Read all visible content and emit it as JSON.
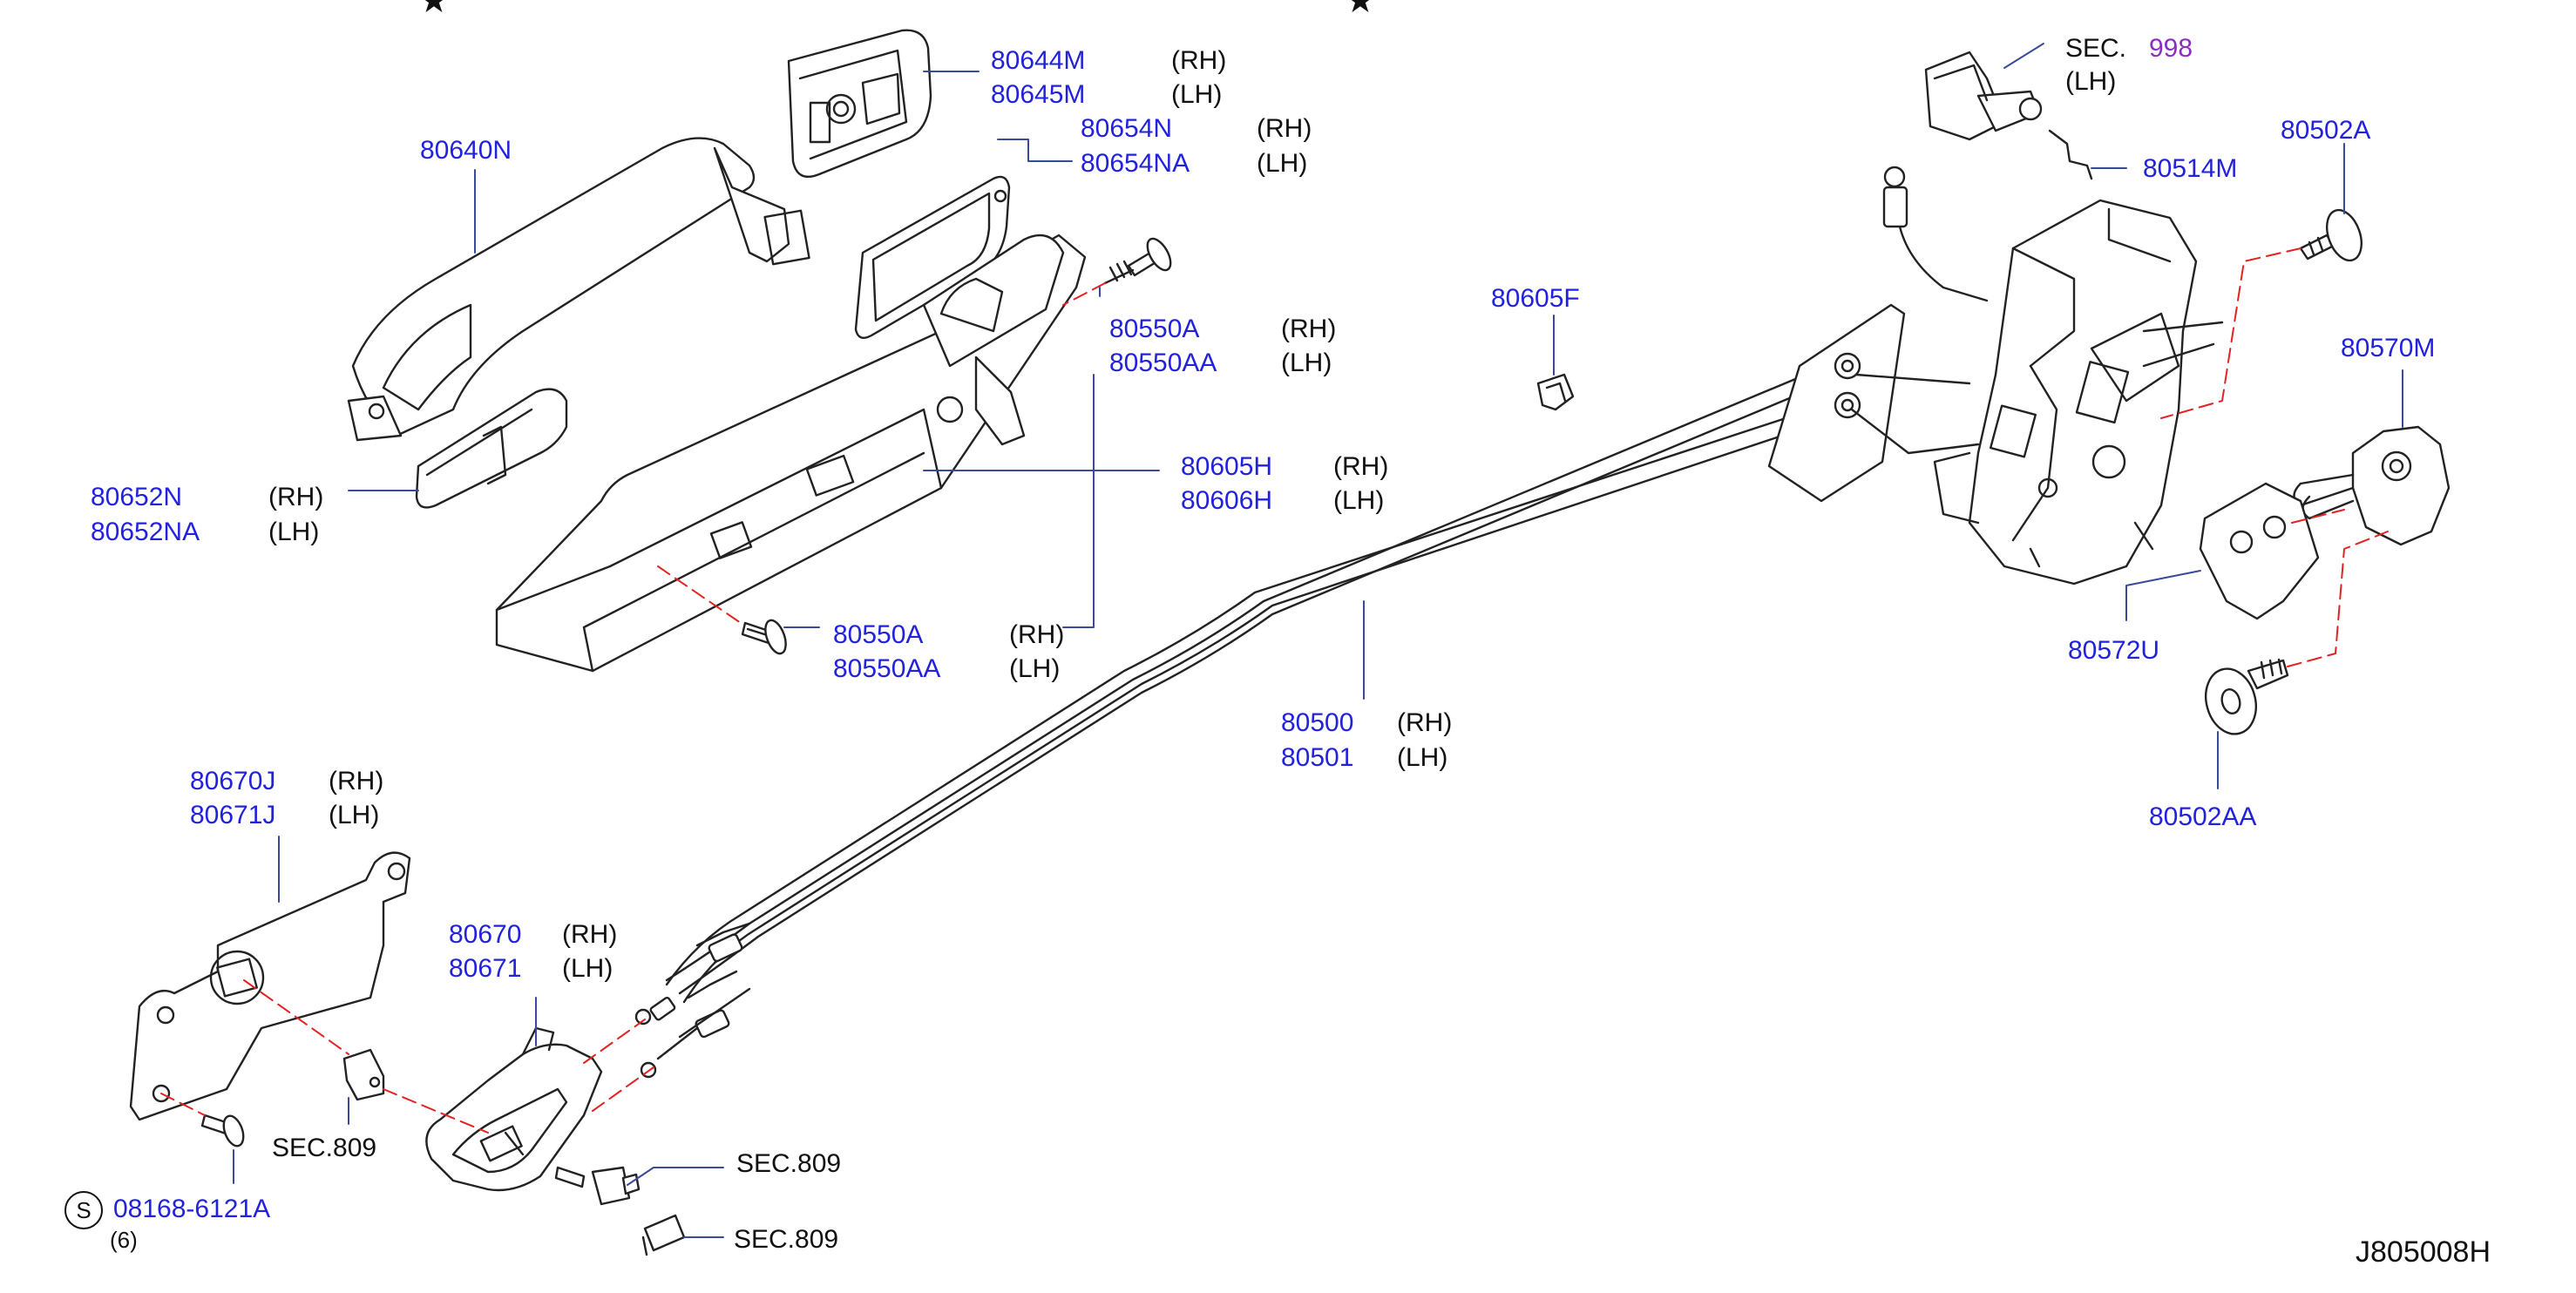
{
  "diagram": {
    "drawing_code": "J805008H",
    "star_marks": [
      "★",
      "★"
    ],
    "s_symbol": "S",
    "labels": [
      {
        "id": "l80644M",
        "part": "80644M",
        "side": "(RH)"
      },
      {
        "id": "l80645M",
        "part": "80645M",
        "side": "(LH)"
      },
      {
        "id": "l80654N",
        "part": "80654N",
        "side": "(RH)"
      },
      {
        "id": "l80654NA",
        "part": "80654NA",
        "side": "(LH)"
      },
      {
        "id": "l80640N",
        "part": "80640N",
        "side": ""
      },
      {
        "id": "l80550A_1",
        "part": "80550A",
        "side": "(RH)"
      },
      {
        "id": "l80550AA_1",
        "part": "80550AA",
        "side": "(LH)"
      },
      {
        "id": "l80605H",
        "part": "80605H",
        "side": "(RH)"
      },
      {
        "id": "l80606H",
        "part": "80606H",
        "side": "(LH)"
      },
      {
        "id": "l80652N",
        "part": "80652N",
        "side": "(RH)"
      },
      {
        "id": "l80652NA",
        "part": "80652NA",
        "side": "(LH)"
      },
      {
        "id": "l80550A_2",
        "part": "80550A",
        "side": "(RH)"
      },
      {
        "id": "l80550AA_2",
        "part": "80550AA",
        "side": "(LH)"
      },
      {
        "id": "l80605F",
        "part": "80605F",
        "side": ""
      },
      {
        "id": "l80500",
        "part": "80500",
        "side": "(RH)"
      },
      {
        "id": "l80501",
        "part": "80501",
        "side": "(LH)"
      },
      {
        "id": "l80514M",
        "part": "80514M",
        "side": ""
      },
      {
        "id": "l80502A",
        "part": "80502A",
        "side": ""
      },
      {
        "id": "l80570M",
        "part": "80570M",
        "side": ""
      },
      {
        "id": "l80572U",
        "part": "80572U",
        "side": ""
      },
      {
        "id": "l80502AA",
        "part": "80502AA",
        "side": ""
      },
      {
        "id": "l80670J",
        "part": "80670J",
        "side": "(RH)"
      },
      {
        "id": "l80671J",
        "part": "80671J",
        "side": "(LH)"
      },
      {
        "id": "l80670",
        "part": "80670",
        "side": "(RH)"
      },
      {
        "id": "l80671",
        "part": "80671",
        "side": "(LH)"
      },
      {
        "id": "l08168",
        "part": "08168-6121A",
        "side": ""
      }
    ],
    "sec_998": {
      "prefix": "SEC.",
      "number": "998",
      "side": "(LH)"
    },
    "sec_809_refs": [
      "SEC.809",
      "SEC.809",
      "SEC.809"
    ],
    "qty_08168": "(6)"
  }
}
